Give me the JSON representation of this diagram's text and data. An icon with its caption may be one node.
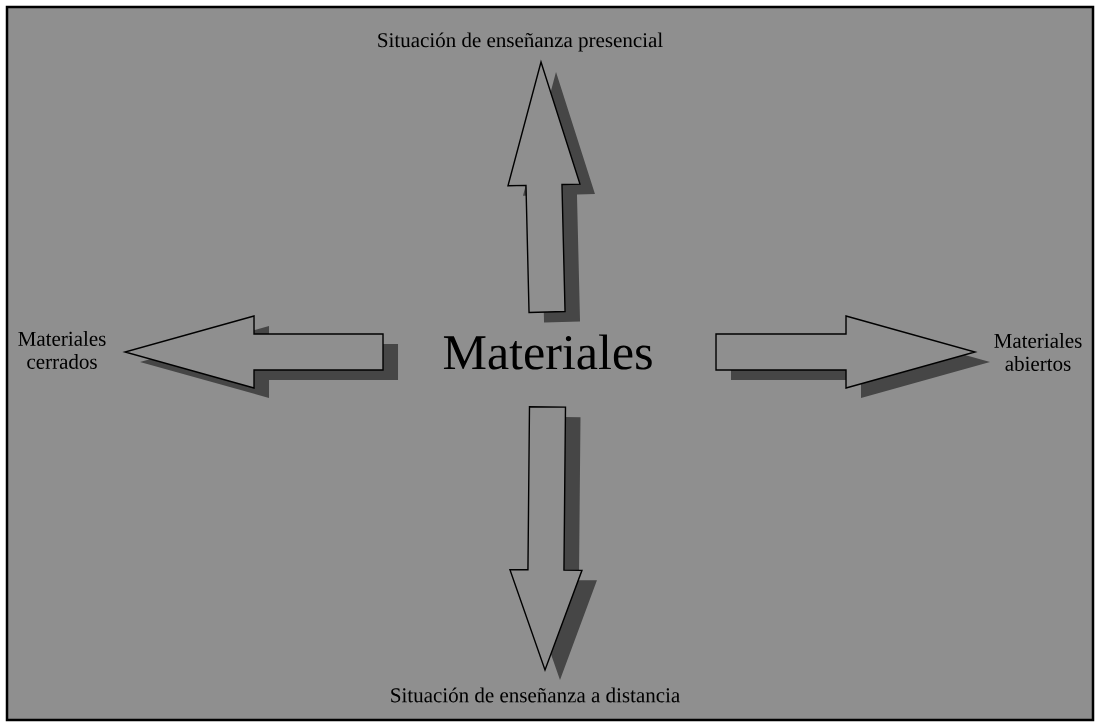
{
  "diagram": {
    "nodes": [
      {
        "text": [
          "Materiales"
        ]
      },
      {
        "text": [
          "Situación de enseñanza presencial"
        ]
      },
      {
        "text": [
          "Materiales cerrados"
        ]
      },
      {
        "text": [
          "Materiales abiertos"
        ]
      },
      {
        "text": [
          "Situación de enseñanza a distancia"
        ]
      }
    ],
    "edges": [
      {
        "from": 0,
        "to": 1,
        "arrow": "to"
      },
      {
        "from": 0,
        "to": 2,
        "arrow": "to"
      },
      {
        "from": 0,
        "to": 3,
        "arrow": "to"
      },
      {
        "from": 0,
        "to": 4,
        "arrow": "to"
      }
    ]
  }
}
